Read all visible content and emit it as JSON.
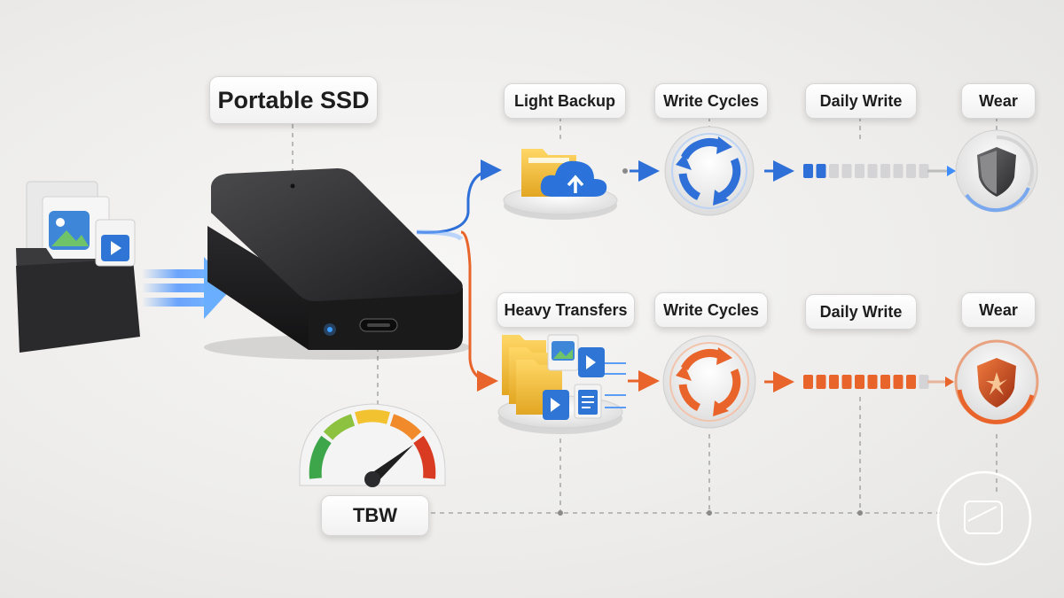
{
  "device_label": "Portable SSD",
  "gauge_label": "TBW",
  "rows": [
    {
      "workload": "Light Backup",
      "cycles": "Write Cycles",
      "daily": "Daily Write",
      "wear": "Wear",
      "accent": "#2f6fd8",
      "daily_write_fill": 0.2,
      "segments_total": 10
    },
    {
      "workload": "Heavy Transfers",
      "cycles": "Write Cycles",
      "daily": "Daily Write",
      "wear": "Wear",
      "accent": "#e8642a",
      "daily_write_fill": 0.9,
      "segments_total": 10
    }
  ],
  "colors": {
    "blue": "#2f6fd8",
    "orange": "#e8642a",
    "ssd_body": "#2b2b2d",
    "folder": "#f2bd3a",
    "segment_empty": "#d4d4d6"
  },
  "icons": [
    "folder-icon",
    "image-icon",
    "video-icon",
    "cloud-upload-icon",
    "refresh-cycle-icon",
    "shield-icon",
    "gauge-icon",
    "usb-c-port-icon",
    "watermark-badge-icon"
  ]
}
